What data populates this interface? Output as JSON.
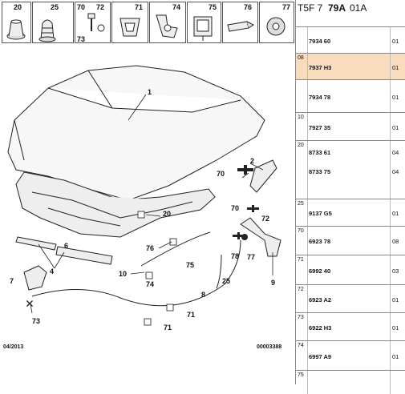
{
  "header": {
    "prefix": "T5F 7",
    "bold": "79A",
    "suffix": "01A"
  },
  "thumbs": [
    "20",
    "25",
    "70",
    "72",
    "73",
    "71",
    "74",
    "75",
    "76",
    "77"
  ],
  "labels": [
    "1",
    "2",
    "70",
    "20",
    "70",
    "72",
    "76",
    "6",
    "77",
    "78",
    "75",
    "4",
    "10",
    "74",
    "25",
    "9",
    "7",
    "8",
    "73",
    "71",
    "71"
  ],
  "footer": {
    "date": "04/2013",
    "ref": "00003388"
  },
  "rows": [
    {
      "item": "",
      "ref": "7934 60",
      "qty": "01",
      "highlight": false
    },
    {
      "item": "08",
      "ref": "7937 H3",
      "qty": "01",
      "highlight": true
    },
    {
      "item": "",
      "ref": "7934 78",
      "qty": "01",
      "highlight": false
    },
    {
      "item": "10",
      "ref": "7927 35",
      "qty": "01",
      "highlight": false
    },
    {
      "item": "20",
      "ref": "8733 61",
      "qty": "04",
      "ref2": "8733 75",
      "qty2": "04",
      "highlight": false
    },
    {
      "item": "25",
      "ref": "9137 G5",
      "qty": "01",
      "highlight": false
    },
    {
      "item": "70",
      "ref": "6923 78",
      "qty": "08",
      "highlight": false
    },
    {
      "item": "71",
      "ref": "6992 40",
      "qty": "03",
      "highlight": false
    },
    {
      "item": "72",
      "ref": "6923 A2",
      "qty": "01",
      "highlight": false
    },
    {
      "item": "73",
      "ref": "6922 H3",
      "qty": "01",
      "highlight": false
    },
    {
      "item": "74",
      "ref": "6997 A9",
      "qty": "01",
      "highlight": false
    },
    {
      "item": "75",
      "ref": "",
      "qty": "",
      "highlight": false
    }
  ]
}
